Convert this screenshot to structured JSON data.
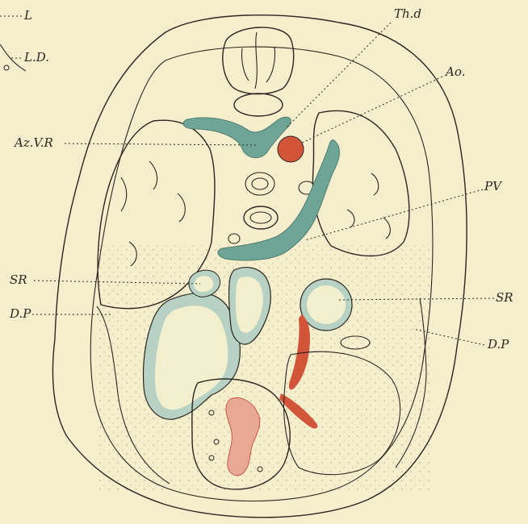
{
  "figure": {
    "labels": {
      "l": "L",
      "ld": "L.D.",
      "thd": "Th.d",
      "ao": "Ao.",
      "azvr": "Az.V.R",
      "pv": "PV",
      "sr_left": "SR",
      "sr_right": "SR",
      "dp_left": "D.P",
      "dp_right": "D.P"
    },
    "colors": {
      "paper": "#f4eecd",
      "ink": "#2b2620",
      "vessel_green": "#6fa596",
      "vessel_red": "#d2553a",
      "fill_pale": "#f2efcf"
    }
  }
}
